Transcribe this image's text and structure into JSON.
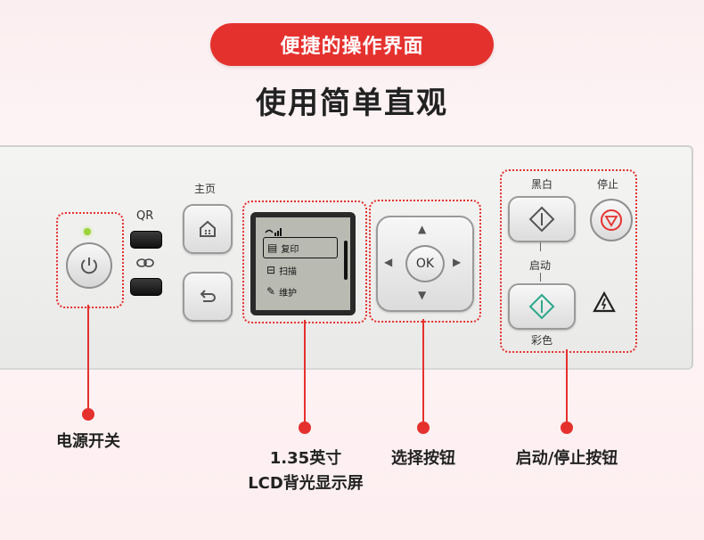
{
  "header": {
    "pill_text": "便捷的操作界面",
    "subtitle": "使用简单直观"
  },
  "panel": {
    "qr_label": "QR",
    "home_label": "主页",
    "lcd_items": [
      "复印",
      "扫描",
      "维护"
    ],
    "ok_label": "OK",
    "mono_label": "黑白",
    "stop_label": "停止",
    "start_label": "启动",
    "color_label": "彩色"
  },
  "callouts": {
    "power": "电源开关",
    "lcd_line1": "1.35英寸",
    "lcd_line2": "LCD背光显示屏",
    "nav": "选择按钮",
    "startstop": "启动/停止按钮"
  },
  "colors": {
    "accent": "#e5312e",
    "start_green": "#2aa88a",
    "stop_red": "#e5312e",
    "power_led": "#9bd33b"
  }
}
